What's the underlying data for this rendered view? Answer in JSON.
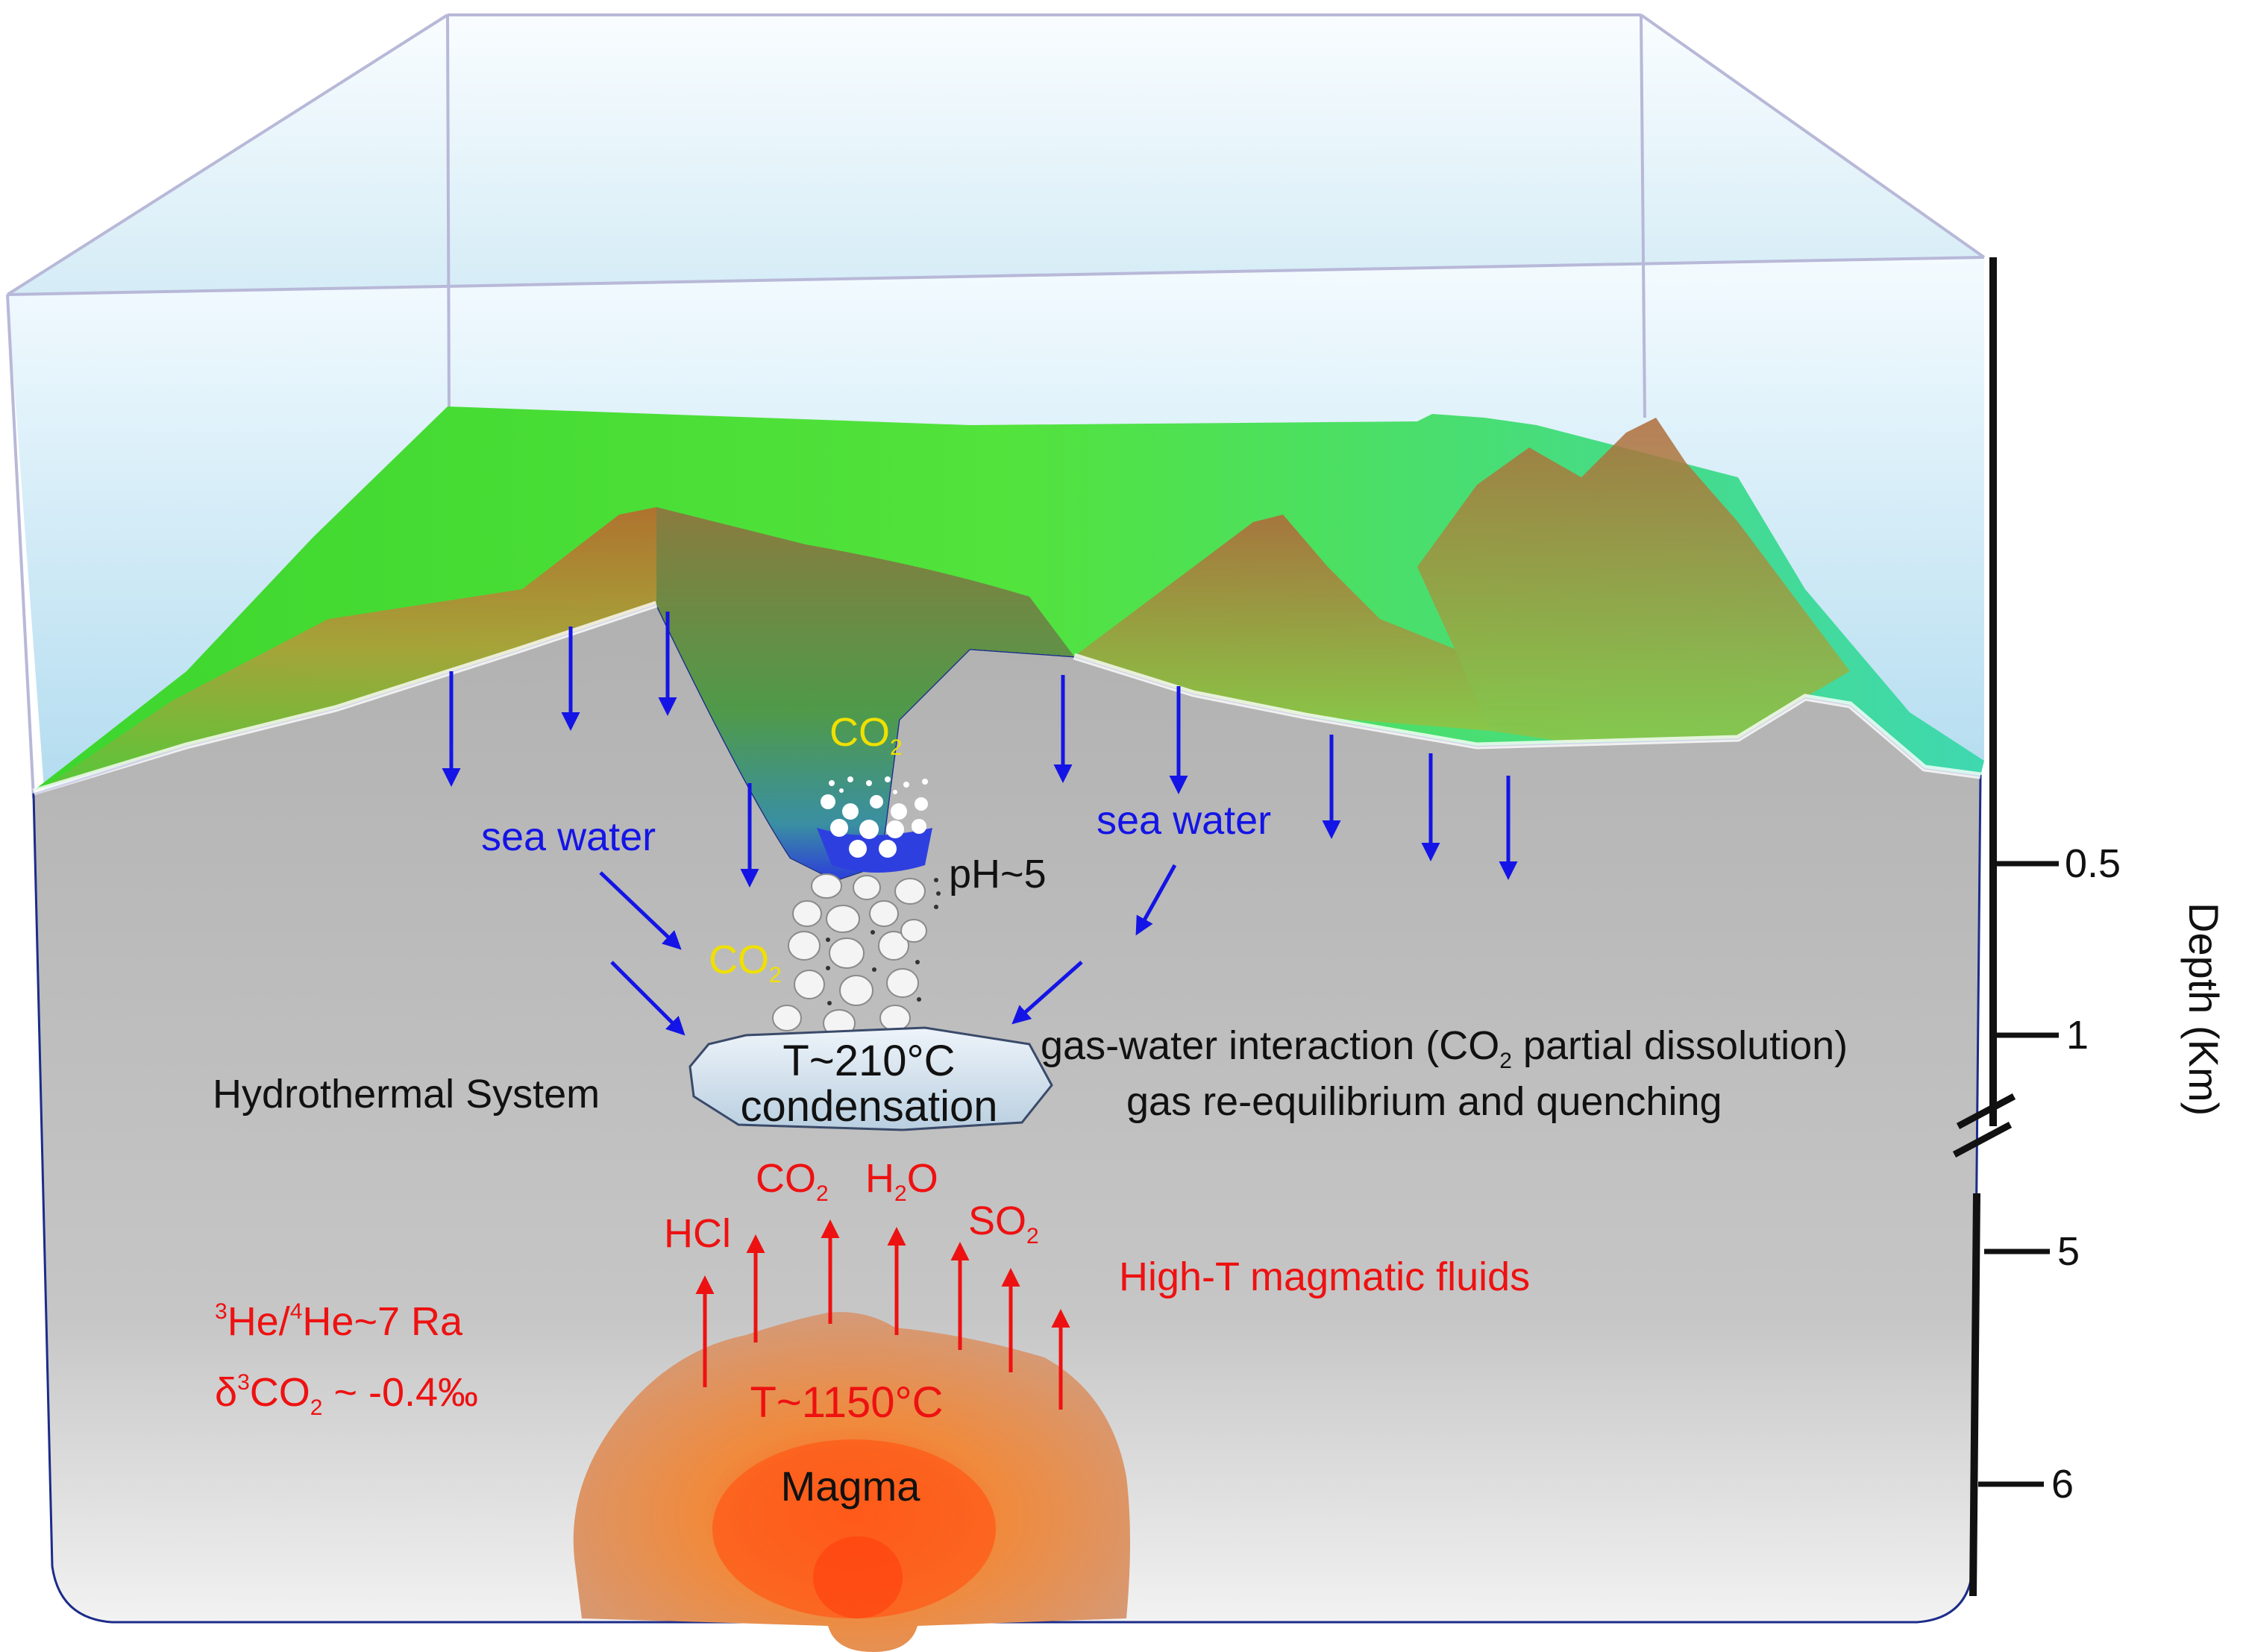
{
  "colors": {
    "seawater_blue": "#1414e6",
    "magmatic_red": "#ee1111",
    "co2_yellow": "#f0e000",
    "text_black": "#111111",
    "rock_gray": "#b4b4b4"
  },
  "labels": {
    "co2_crater": "CO",
    "co2_crater_sub": "2",
    "sea_water_left": "sea water",
    "sea_water_right": "sea water",
    "ph": "pH~5",
    "co2_mid": "CO",
    "co2_mid_sub": "2",
    "temp_reservoir": "T~210°C",
    "condensation": "condensation",
    "hydrothermal_system": "Hydrothermal System",
    "interaction_a": "gas-water interaction (CO",
    "interaction_sub": "2",
    "interaction_b": " partial dissolution)",
    "requilibrium": "gas re-equilibrium and quenching",
    "hcl": "HCl",
    "co2_gas": "CO",
    "co2_gas_sub": "2",
    "h2o": "H",
    "h2o_sub": "2",
    "h2o_tail": "O",
    "so2": "SO",
    "so2_sub": "2",
    "high_t_fluids": "High-T magmatic fluids",
    "he_sup1": "3",
    "he_a": "He/",
    "he_sup2": "4",
    "he_b": "He~7 Ra",
    "delta": "δ",
    "delta_sup": "3",
    "delta_co": "CO",
    "delta_sub": "2",
    "delta_val": " ~ -0.4‰",
    "temp_magma": "T~1150°C",
    "magma": "Magma"
  },
  "depth_axis": {
    "title": "Depth (Km)",
    "ticks": [
      {
        "label": "0.5",
        "depth_km": 0.5
      },
      {
        "label": "1",
        "depth_km": 1
      },
      {
        "label": "5",
        "depth_km": 5
      },
      {
        "label": "6",
        "depth_km": 6
      }
    ],
    "axis_break": "between 1 and 5 km"
  }
}
